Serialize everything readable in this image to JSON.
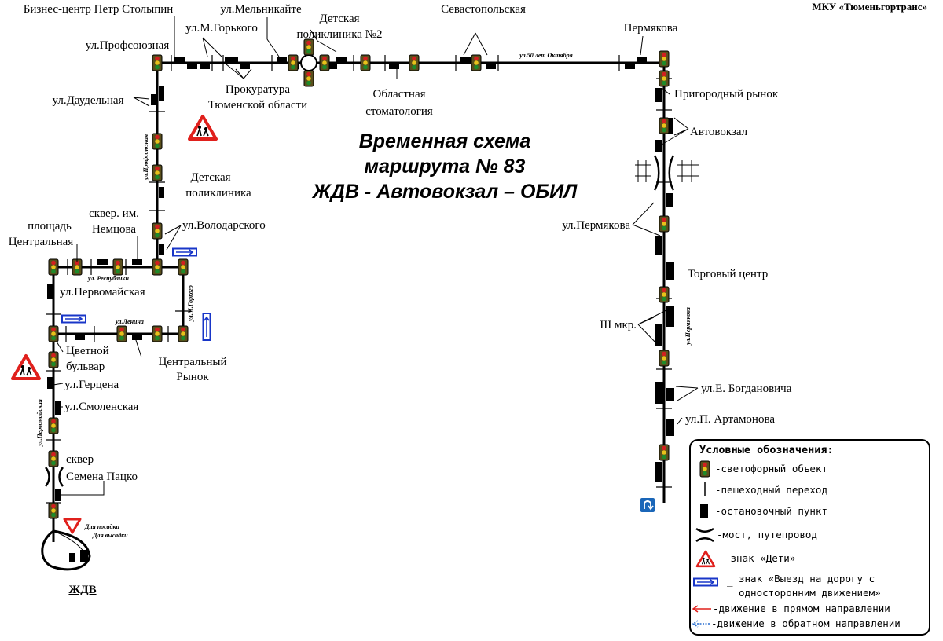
{
  "header": {
    "organization": "МКУ «Тюменьгортранс»",
    "title_line1": "Временная схема",
    "title_line2": "маршрута № 83",
    "title_line3": "ЖДВ - Автовокзал – ОБИЛ"
  },
  "stops": {
    "business_center": "Бизнес-центр Петр Столыпин",
    "melnikaite": "ул.Мельникайте",
    "gorkogo": "ул.М.Горького",
    "poly2_l1": "Детская",
    "poly2_l2": "поликлиника №2",
    "sevastopolskaya": "Севастопольская",
    "permyakova_top": "Пермякова",
    "profsoyuznaya": "ул.Профсоюзная",
    "daudelnaya": "ул.Даудельная",
    "prokuratura_l1": "Прокуратура",
    "prokuratura_l2": "Тюменской области",
    "stomat_l1": "Областная",
    "stomat_l2": "стоматология",
    "prigorodny": "Пригородный рынок",
    "avtovokzal": "Автовокзал",
    "det_poly_l1": "Детская",
    "det_poly_l2": "поликлиника",
    "nemtsova_l1": "сквер. им.",
    "nemtsova_l2": "Немцова",
    "volodarskogo": "ул.Володарского",
    "ploshchad_l1": "площадь",
    "ploshchad_l2": "Центральная",
    "pervomayskaya": "ул.Первомайская",
    "tsvetnoy_l1": "Цветной",
    "tsvetnoy_l2": "бульвар",
    "tsentr_rynok_l1": "Центральный",
    "tsentr_rynok_l2": "Рынок",
    "gertsena": "ул.Герцена",
    "smolenskaya": "ул.Смоленская",
    "skver_l1": "сквер",
    "skver_l2": "Семена Пацко",
    "zhdv": "ЖДВ",
    "permyakova_st": "ул.Пермякова",
    "torg_tsentr": "Торговый центр",
    "iii_mkr": "III мкр.",
    "bogdanovicha": "ул.Е. Богдановича",
    "artamonova": "ул.П. Артамонова"
  },
  "streets": {
    "oktyabrya": "ул.50 лет Октября",
    "profsoyuznaya_v": "ул.Профсоюзная",
    "respubliki": "ул. Республики",
    "lenina": "ул.Ленина",
    "gorkogo_v": "ул.М.Горкого",
    "pervomayskaya_v": "ул.Первомайская",
    "permyakova_v": "ул.Пермякова",
    "boarding": "Для посадки",
    "alighting": "Для высадки"
  },
  "legend": {
    "title": "Условные обозначения:",
    "traffic_light": "-светофорный объект",
    "crossing": "-пешеходный переход",
    "stop": "-остановочный пункт",
    "bridge": "-мост, путепровод",
    "children": "-знак «Дети»",
    "oneway_l1": "знак «Выезд на дорогу с",
    "oneway_l2": "односторонним движением»",
    "forward": "-движение в прямом направлении",
    "backward": "-движение в обратном направлении"
  },
  "colors": {
    "road": "#000000",
    "light_body": "#5a4f1c",
    "light_red": "#d21f1f",
    "light_yellow": "#e8c21a",
    "light_green": "#1e8a2a",
    "warning_red": "#e0201c",
    "oneway_blue": "#1836c8",
    "uturn_blue": "#1a66b8",
    "forward_arrow": "#e0201c",
    "backward_arrow": "#2a6fd0"
  }
}
